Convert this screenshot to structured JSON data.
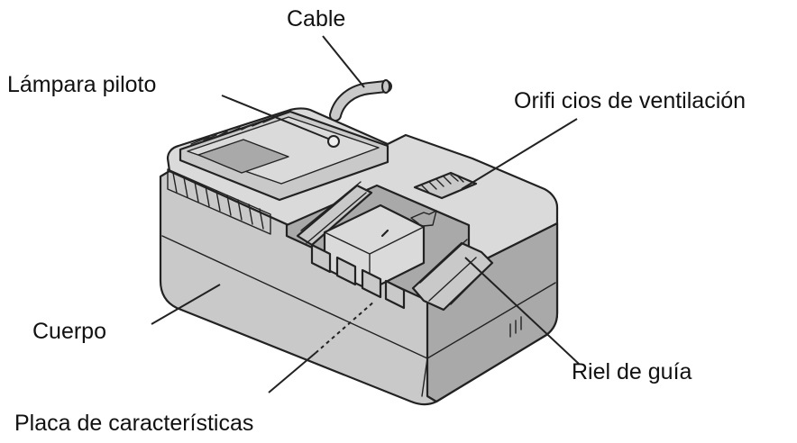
{
  "labels": {
    "cable": "Cable",
    "lampara_piloto": "Lámpara piloto",
    "orificios_ventilacion": "Orifi cios de ventilación",
    "cuerpo": "Cuerpo",
    "riel_de_guia": "Riel de guía",
    "placa_caracteristicas": "Placa de características"
  }
}
